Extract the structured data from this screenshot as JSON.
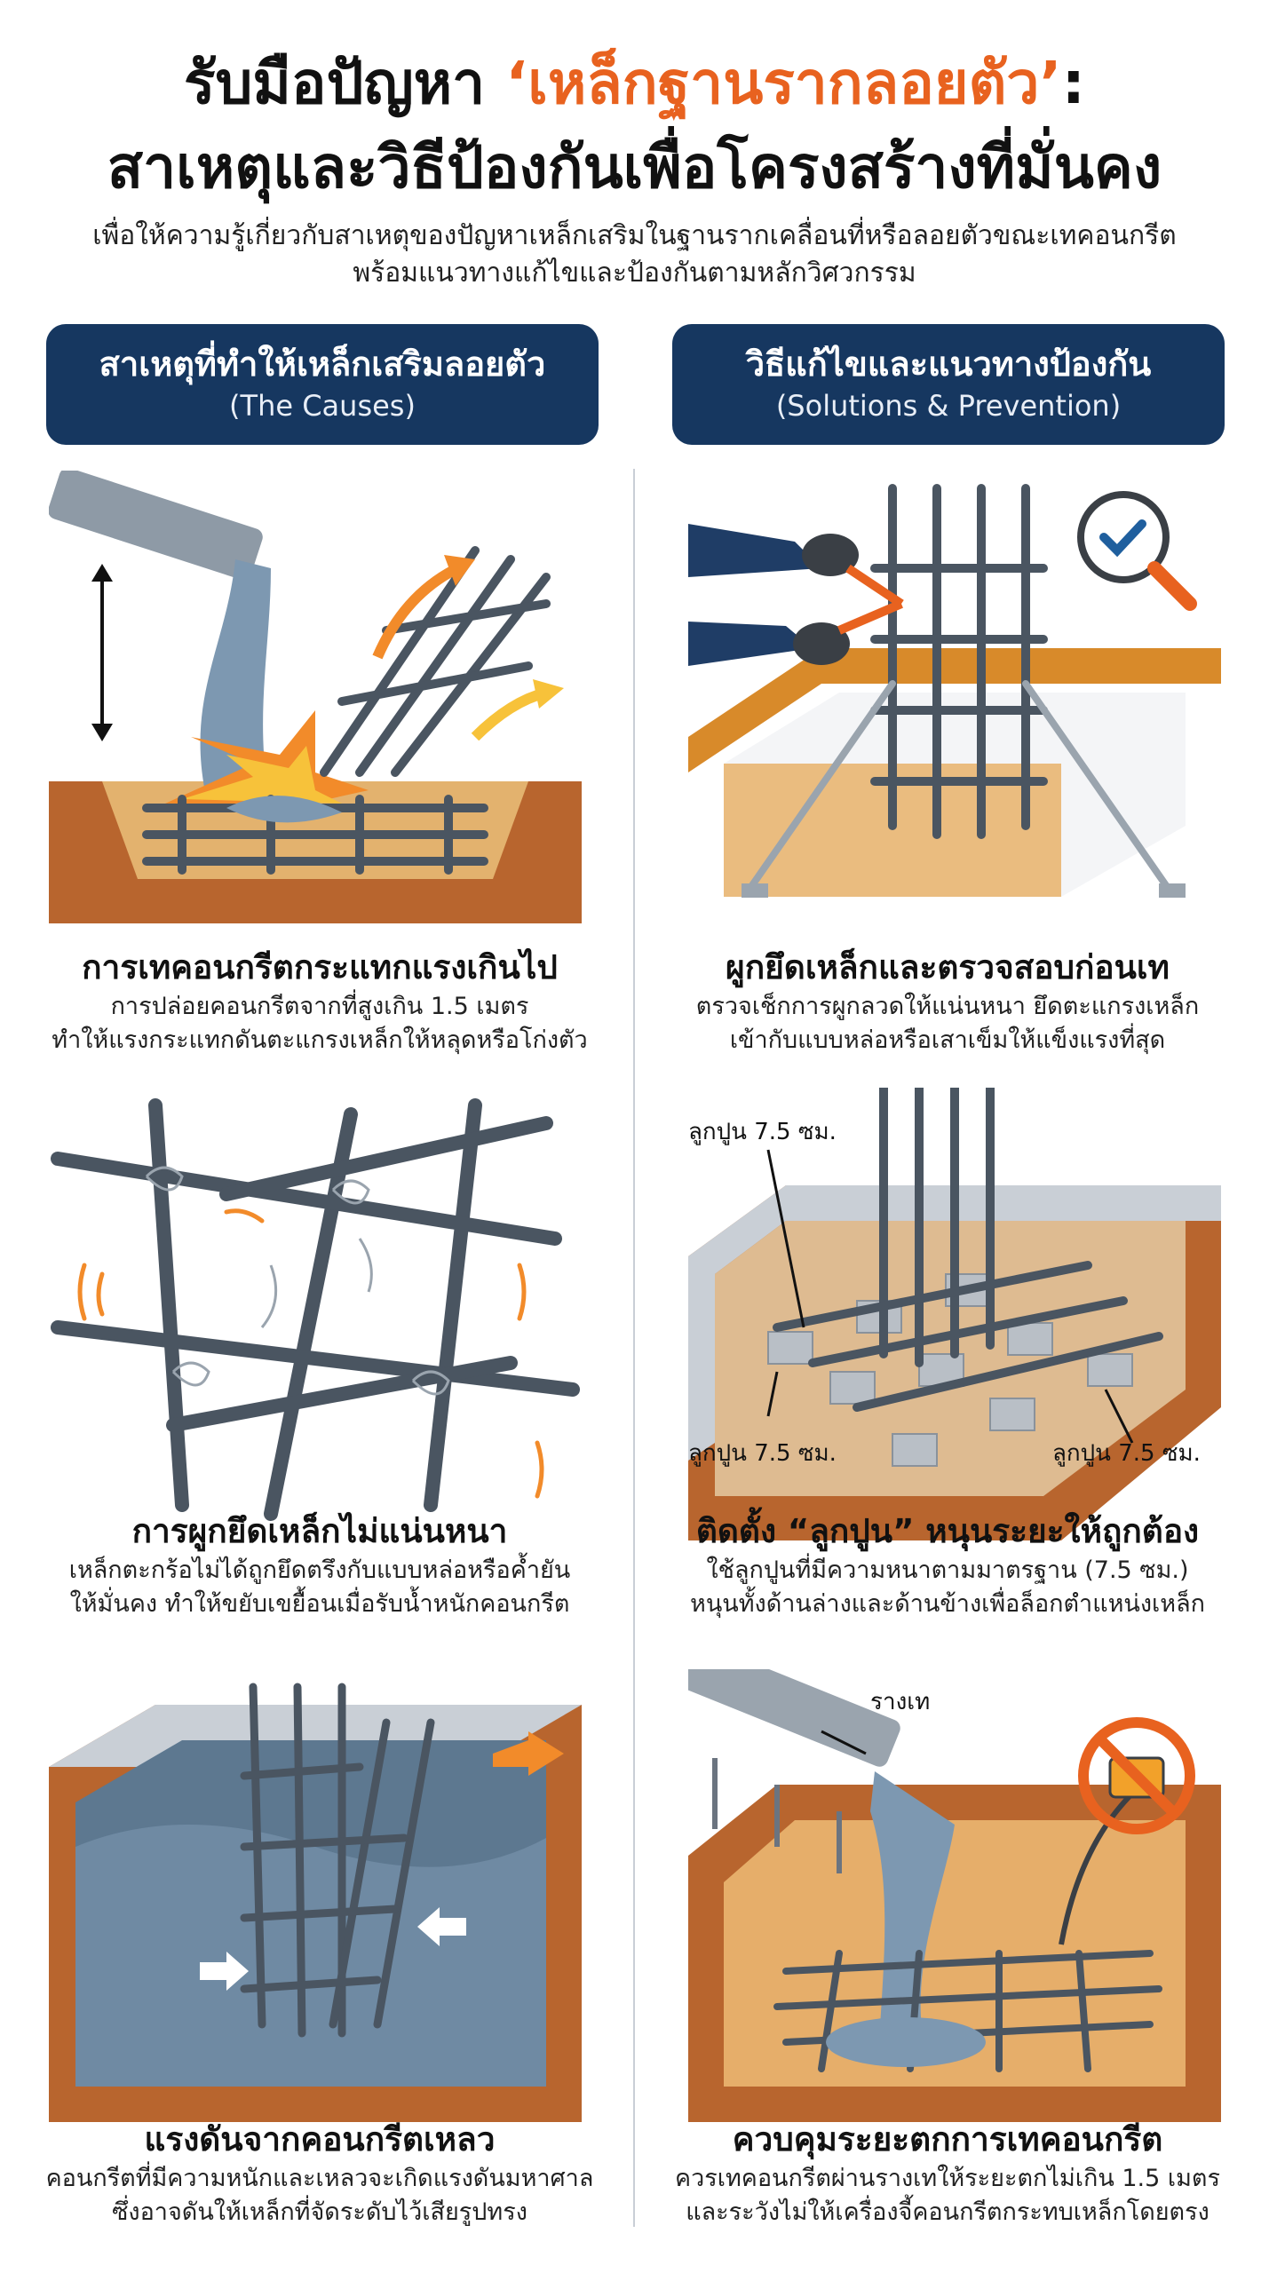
{
  "header": {
    "title_part1": "รับมือปัญหา ",
    "title_accent": "‘เหล็กฐานรากลอยตัว’",
    "title_part2": ":",
    "title_line2": "สาเหตุและวิธีป้องกันเพื่อโครงสร้างที่มั่นคง",
    "intro_line1": "เพื่อให้ความรู้เกี่ยวกับสาเหตุของปัญหาเหล็กเสริมในฐานรากเคลื่อนที่หรือลอยตัวขณะเทคอนกรีต",
    "intro_line2": "พร้อมแนวทางแก้ไขและป้องกันตามหลักวิศวกรรม"
  },
  "causes": {
    "heading_th": "สาเหตุที่ทำให้เหล็กเสริมลอยตัว",
    "heading_en": "(The Causes)",
    "items": [
      {
        "title": "การเทคอนกรีตกระแทกแรงเกินไป",
        "line1": "การปล่อยคอนกรีตจากที่สูงเกิน 1.5 เมตร",
        "line2": "ทำให้แรงกระแทกดันตะแกรงเหล็กให้หลุดหรือโก่งตัว"
      },
      {
        "title": "การผูกยึดเหล็กไม่แน่นหนา",
        "line1": "เหล็กตะกร้อไม่ได้ถูกยึดตรึงกับแบบหล่อหรือค้ำยัน",
        "line2": "ให้มั่นคง ทำให้ขยับเขยื้อนเมื่อรับน้ำหนักคอนกรีต"
      },
      {
        "title": "แรงดันจากคอนกรีตเหลว",
        "line1": "คอนกรีตที่มีความหนักและเหลวจะเกิดแรงดันมหาศาล",
        "line2": "ซึ่งอาจดันให้เหล็กที่จัดระดับไว้เสียรูปทรง"
      }
    ]
  },
  "solutions": {
    "heading_th": "วิธีแก้ไขและแนวทางป้องกัน",
    "heading_en": "(Solutions & Prevention)",
    "items": [
      {
        "title": "ผูกยึดเหล็กและตรวจสอบก่อนเท",
        "line1": "ตรวจเช็กการผูกลวดให้แน่นหนา ยึดตะแกรงเหล็ก",
        "line2": "เข้ากับแบบหล่อหรือเสาเข็มให้แข็งแรงที่สุด"
      },
      {
        "title": "ติดตั้ง “ลูกปูน” หนุนระยะให้ถูกต้อง",
        "line1": "ใช้ลูกปูนที่มีความหนาตามมาตรฐาน (7.5 ซม.)",
        "line2": "หนุนทั้งด้านล่างและด้านข้างเพื่อล็อกตำแหน่งเหล็ก"
      },
      {
        "title": "ควบคุมระยะตกการเทคอนกรีต",
        "line1": "ควรเทคอนกรีตผ่านรางเทให้ระยะตกไม่เกิน 1.5 เมตร",
        "line2": "และระวังไม่ให้เครื่องจี้คอนกรีตกระทบเหล็กโดยตรง"
      }
    ],
    "spacer_labels": [
      "ลูกปูน 7.5 ซม.",
      "ลูกปูน 7.5 ซม.",
      "ลูกปูน 7.5 ซม."
    ],
    "chute_label": "รางเท"
  },
  "colors": {
    "accent": "#e8621f",
    "navy": "#163760",
    "soil": "#b8652e",
    "concrete": "#6f8aa3",
    "rebar": "#4a5561"
  }
}
